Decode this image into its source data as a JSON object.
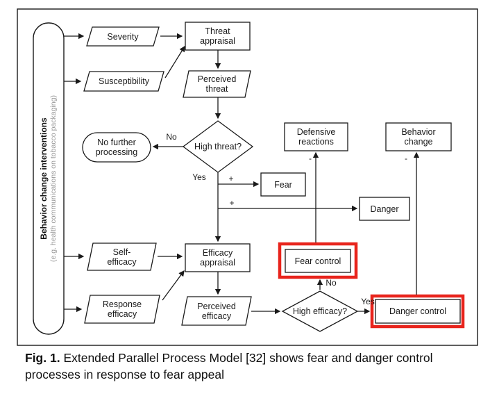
{
  "figure": {
    "caption_label": "Fig. 1.",
    "caption_text": "Extended Parallel Process Model [32] shows fear and danger control processes in response to fear appeal"
  },
  "intervention_pill": {
    "title": "Behavior change interventions",
    "subtitle": "(e.g. health communications on tobacco packaging)"
  },
  "nodes": {
    "severity": "Severity",
    "susceptibility": "Susceptibility",
    "threat_appraisal": "Threat appraisal",
    "perceived_threat": "Perceived threat",
    "high_threat": "High threat?",
    "no_further_processing": "No further processing",
    "fear": "Fear",
    "defensive_reactions": "Defensive reactions",
    "behavior_change": "Behavior change",
    "danger": "Danger",
    "self_efficacy": "Self-efficacy",
    "response_efficacy": "Response efficacy",
    "efficacy_appraisal": "Efficacy appraisal",
    "perceived_efficacy": "Perceived efficacy",
    "high_efficacy": "High efficacy?",
    "fear_control": "Fear control",
    "danger_control": "Danger control"
  },
  "edge_labels": {
    "no_threat": "No",
    "yes_threat": "Yes",
    "plus_fear": "+",
    "plus_danger": "+",
    "minus_defensive": "-",
    "minus_behavior": "-",
    "no_efficacy": "No",
    "yes_efficacy": "Yes"
  },
  "colors": {
    "highlight": "#e8241c",
    "line": "#1a1a1a"
  }
}
